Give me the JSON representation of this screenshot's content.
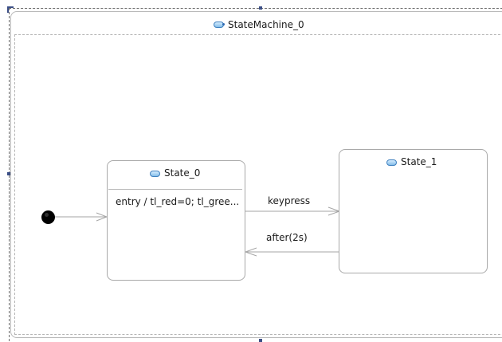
{
  "diagram": {
    "state_machine": {
      "title": "StateMachine_0",
      "icon": "state-machine-icon"
    },
    "states": [
      {
        "id": "State_0",
        "label": "State_0",
        "icon": "state-icon",
        "action": "entry / tl_red=0; tl_gree..."
      },
      {
        "id": "State_1",
        "label": "State_1",
        "icon": "state-icon"
      }
    ],
    "transitions": [
      {
        "from": "initial",
        "to": "State_0",
        "label": ""
      },
      {
        "from": "State_0",
        "to": "State_1",
        "label": "keypress"
      },
      {
        "from": "State_1",
        "to": "State_0",
        "label": "after(2s)"
      }
    ]
  }
}
